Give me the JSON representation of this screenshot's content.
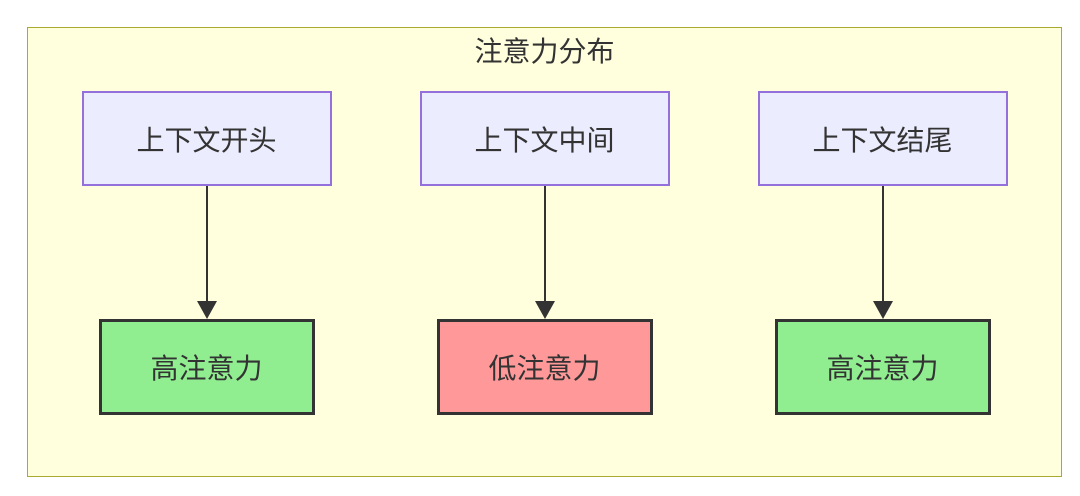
{
  "diagram": {
    "type": "flowchart-subgraph",
    "title": "注意力分布",
    "colors": {
      "canvas_bg": "#ffffff",
      "cluster_fill": "#ffffde",
      "cluster_border": "#aaaa33",
      "source_fill": "#ececff",
      "source_border": "#9370db",
      "high_fill": "#90ee90",
      "low_fill": "#ff9999",
      "target_border": "#333333",
      "arrow": "#333333",
      "text": "#333333"
    },
    "columns": [
      {
        "source": "上下文开头",
        "target": "高注意力",
        "level": "high"
      },
      {
        "source": "上下文中间",
        "target": "低注意力",
        "level": "low"
      },
      {
        "source": "上下文结尾",
        "target": "高注意力",
        "level": "high"
      }
    ]
  }
}
